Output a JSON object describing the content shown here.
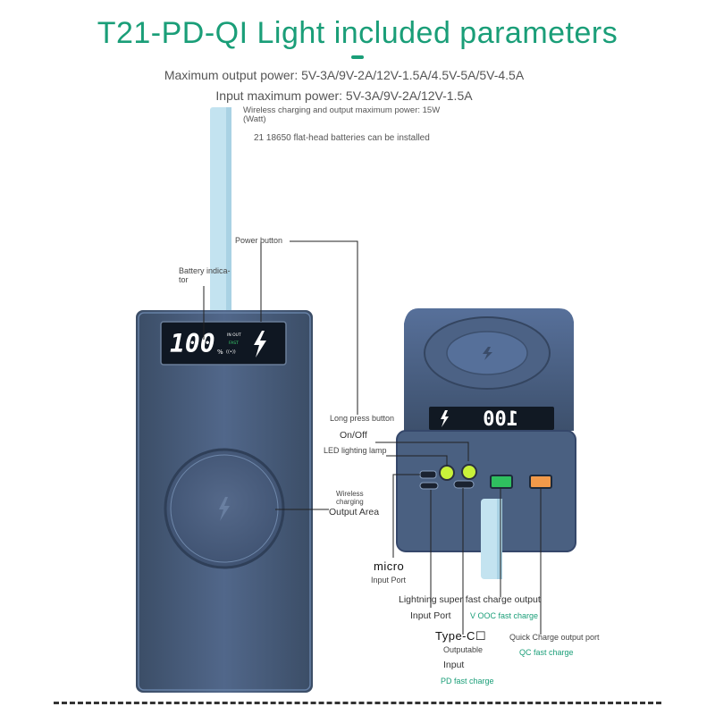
{
  "header": {
    "title": "T21-PD-QI Light included parameters",
    "specs": {
      "max_output": "Maximum output power: 5V-3A/9V-2A/12V-1.5A/4.5V-5A/5V-4.5A",
      "max_input": "Input maximum power: 5V-3A/9V-2A/12V-1.5A",
      "wireless": "Wireless charging and output maximum power: 15W",
      "wireless_unit": "(Watt)",
      "batteries": "21 18650 flat-head batteries can be installed"
    }
  },
  "display": {
    "percent": "100",
    "in_out": "IN OUT",
    "fast": "FAST",
    "rear_percent": "100"
  },
  "labels": {
    "power_button": "Power button",
    "battery_indicator_1": "Battery indica-",
    "battery_indicator_2": "tor",
    "long_press": "Long press button",
    "on_off": "On/Off",
    "led_lamp": "LED lighting lamp",
    "wireless_1": "Wireless",
    "wireless_2": "charging",
    "output_area": "Output Area",
    "micro": "micro",
    "micro_input": "Input Port",
    "lightning": "Lightning super fast charge output",
    "lightning_input": "Input Port",
    "vooc": "V OOC fast charge",
    "typec": "Type-C☐",
    "typec_output": "Outputable",
    "typec_input": "Input",
    "pd_fast": "PD fast charge",
    "qc_port": "Quick Charge output port",
    "qc_fast": "QC fast charge"
  },
  "colors": {
    "title_green": "#1a9e78",
    "body_blue": "#4a5f7c",
    "light_blue": "#bfe0ee",
    "led_green": "#c9f23a",
    "port_green": "#2fbf5f",
    "port_orange": "#f29a4a"
  },
  "icons": [
    "lightning-bolt-icon",
    "wireless-charging-pad-icon",
    "usb-port-icon"
  ]
}
